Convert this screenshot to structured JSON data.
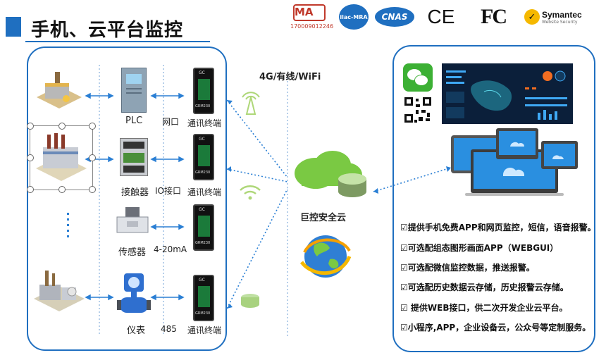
{
  "title": "手机、云平台监控",
  "certifications": {
    "cma_label": "MA",
    "cma_number": "170009012246",
    "ilac_label": "ilac-MRA",
    "cnas_label": "CNAS",
    "ce_label": "CE",
    "fc_label": "FC",
    "symantec_label": "Symantec",
    "symantec_sub": "Website Security"
  },
  "left_panel": {
    "rows": [
      {
        "device": "PLC",
        "interface": "网口",
        "terminal": "通讯终端"
      },
      {
        "device": "接触器",
        "interface": "IO接口",
        "terminal": "通讯终端"
      },
      {
        "device": "传感器",
        "interface": "4-20mA",
        "terminal": ""
      },
      {
        "device": "仪表",
        "interface": "485",
        "terminal": "通讯终端"
      }
    ],
    "terminal_brand": "GC",
    "terminal_model": "GRM230"
  },
  "network_label": "4G/有线/WiFi",
  "cloud_label": "巨控安全云",
  "features": [
    "☑提供手机免费APP和网页监控，短信，语音报警。",
    "☑可选配组态图形画面APP（WEBGUI）",
    "☑可选配微信监控数据，推送报警。",
    "☑可选配历史数据云存储，历史报警云存储。",
    "☑ 提供WEB接口，供二次开发企业云平台。",
    "☑小程序,APP，企业设备云，公众号等定制服务。"
  ],
  "colors": {
    "accent": "#1f6fc0",
    "dashed": "#2a7fd4",
    "wechat": "#3cb034",
    "cloud": "#7ac943",
    "dashboard_bg": "#0b1f3a"
  }
}
